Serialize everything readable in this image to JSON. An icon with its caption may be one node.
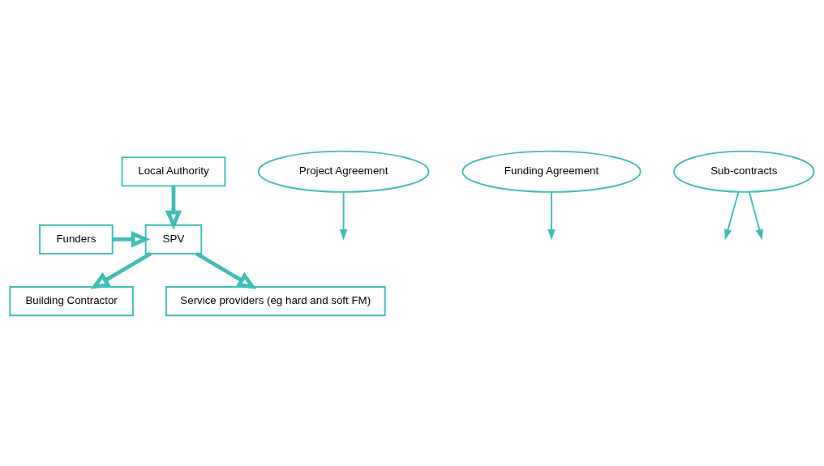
{
  "diagram": {
    "nodes": [
      {
        "text": [
          "Local Authority"
        ]
      },
      {
        "text": [
          "Project Agreement"
        ]
      },
      {
        "text": [
          "Funding Agreement"
        ]
      },
      {
        "text": [
          "SPV"
        ]
      },
      {
        "text": [
          "Funders"
        ]
      },
      {
        "text": [
          "Building Contractor"
        ]
      },
      {
        "text": [
          "Service providers (eg hard and soft FM)"
        ]
      },
      {
        "text": [
          "Sub-contracts"
        ]
      }
    ],
    "edges": [
      {
        "from": 0,
        "to": 3,
        "arrow": "to",
        "style": "thick"
      },
      {
        "from": 1,
        "to": null,
        "arrow": "to"
      },
      {
        "from": 2,
        "to": null,
        "arrow": "to"
      },
      {
        "from": 4,
        "to": 3,
        "arrow": "to",
        "style": "thick"
      },
      {
        "from": 3,
        "to": 5,
        "arrow": "to",
        "style": "thick"
      },
      {
        "from": 3,
        "to": 6,
        "arrow": "to",
        "style": "thick"
      },
      {
        "from": 7,
        "to": null,
        "arrow": "to"
      },
      {
        "from": 7,
        "to": null,
        "arrow": "to"
      }
    ]
  }
}
